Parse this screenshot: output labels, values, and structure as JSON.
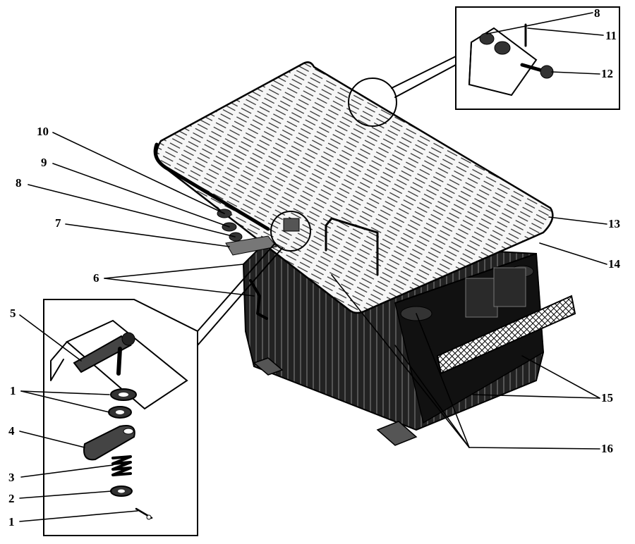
{
  "labels": {
    "l1a": "1",
    "l2": "2",
    "l1b": "1",
    "l3": "3",
    "l4": "4",
    "l5": "5",
    "l6": "6",
    "l7": "7",
    "l8a": "8",
    "l8b": "8",
    "l9": "9",
    "l10": "10",
    "l11": "11",
    "l12": "12",
    "l13": "13",
    "l14": "14",
    "l15": "15",
    "l16": "16"
  },
  "colors": {
    "ink": "#000000",
    "paper": "#ffffff",
    "lid": "#f2f2f2",
    "box": "#1a1a1a"
  }
}
